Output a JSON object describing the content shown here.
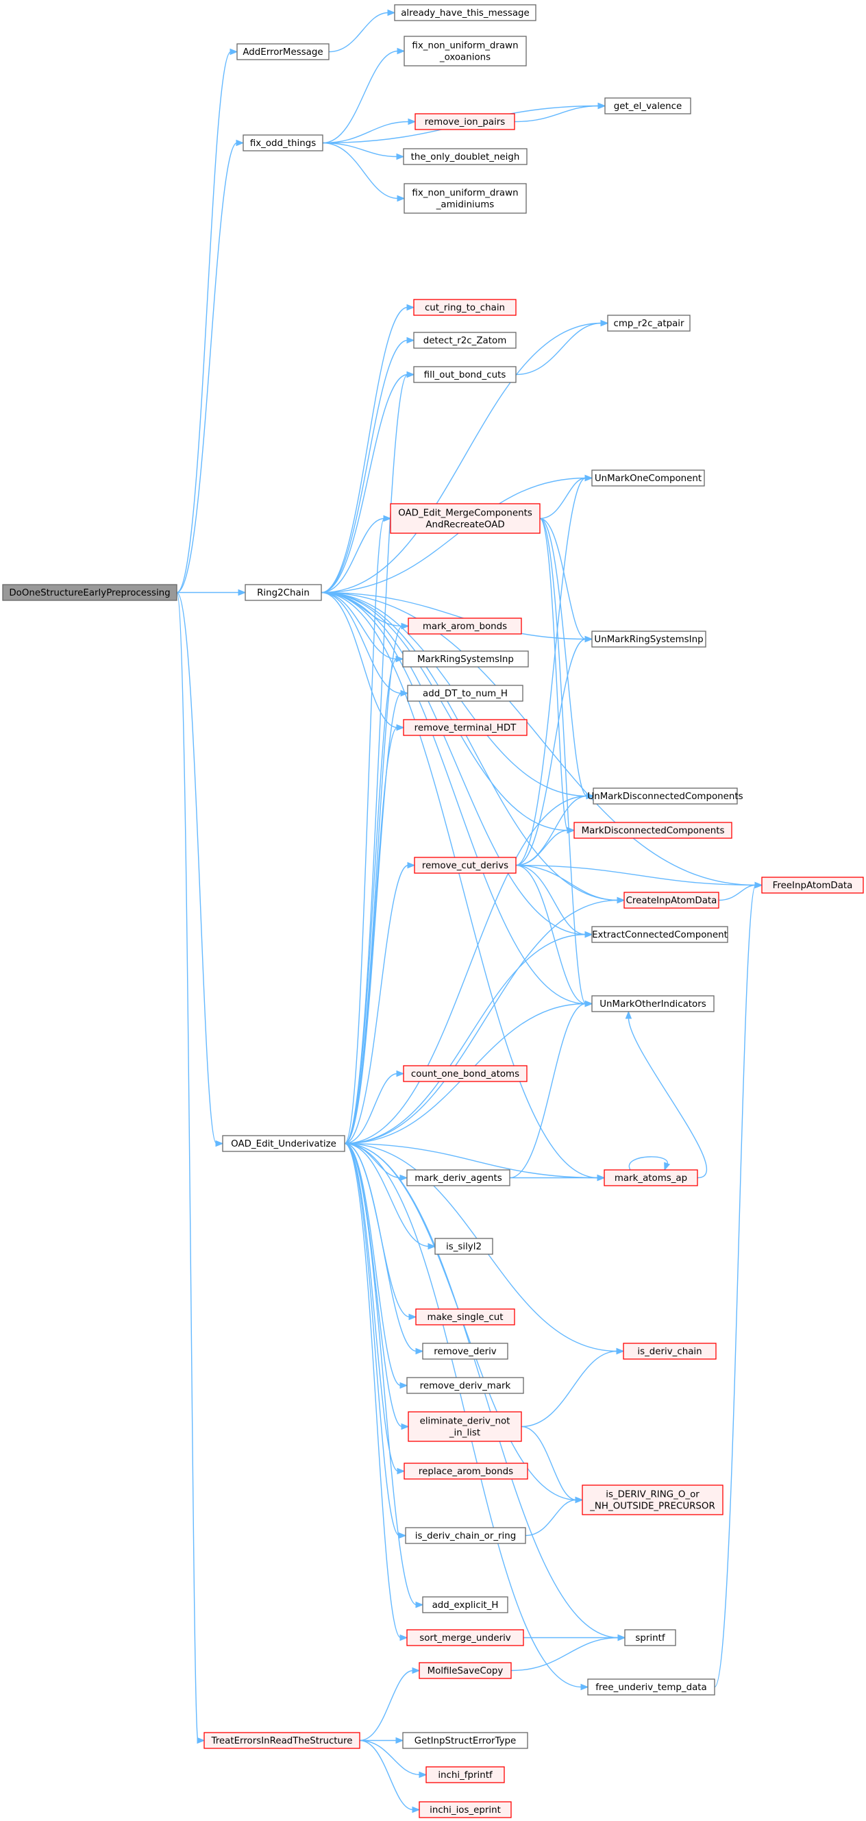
{
  "colors": {
    "edge": "#63b8ff",
    "node_border": "#666666",
    "node_fill": "#ffffff",
    "red_border": "#ff0000",
    "red_fill": "#fff0f0",
    "root_fill": "#999999",
    "root_border": "#666666"
  },
  "nodes": [
    {
      "id": "root",
      "lines": [
        "DoOneStructureEarlyPreprocessing"
      ],
      "style": "root"
    },
    {
      "id": "AddErrorMessage",
      "lines": [
        "AddErrorMessage"
      ],
      "style": "normal"
    },
    {
      "id": "already_have_this_message",
      "lines": [
        "already_have_this_message"
      ],
      "style": "normal"
    },
    {
      "id": "fix_odd_things",
      "lines": [
        "fix_odd_things"
      ],
      "style": "normal"
    },
    {
      "id": "fix_non_uniform_drawn_oxoanions",
      "lines": [
        "fix_non_uniform_drawn",
        "_oxoanions"
      ],
      "style": "normal"
    },
    {
      "id": "get_el_valence",
      "lines": [
        "get_el_valence"
      ],
      "style": "normal"
    },
    {
      "id": "remove_ion_pairs",
      "lines": [
        "remove_ion_pairs"
      ],
      "style": "red"
    },
    {
      "id": "the_only_doublet_neigh",
      "lines": [
        "the_only_doublet_neigh"
      ],
      "style": "normal"
    },
    {
      "id": "fix_non_uniform_drawn_amidiniums",
      "lines": [
        "fix_non_uniform_drawn",
        "_amidiniums"
      ],
      "style": "normal"
    },
    {
      "id": "cut_ring_to_chain",
      "lines": [
        "cut_ring_to_chain"
      ],
      "style": "red"
    },
    {
      "id": "cmp_r2c_atpair",
      "lines": [
        "cmp_r2c_atpair"
      ],
      "style": "normal"
    },
    {
      "id": "detect_r2c_Zatom",
      "lines": [
        "detect_r2c_Zatom"
      ],
      "style": "normal"
    },
    {
      "id": "fill_out_bond_cuts",
      "lines": [
        "fill_out_bond_cuts"
      ],
      "style": "normal"
    },
    {
      "id": "UnMarkOneComponent",
      "lines": [
        "UnMarkOneComponent"
      ],
      "style": "normal"
    },
    {
      "id": "OAD_Edit_MergeComponentsAndRecreateOAD",
      "lines": [
        "OAD_Edit_MergeComponents",
        "AndRecreateOAD"
      ],
      "style": "red"
    },
    {
      "id": "Ring2Chain",
      "lines": [
        "Ring2Chain"
      ],
      "style": "normal"
    },
    {
      "id": "mark_arom_bonds",
      "lines": [
        "mark_arom_bonds"
      ],
      "style": "red"
    },
    {
      "id": "UnMarkRingSystemsInp",
      "lines": [
        "UnMarkRingSystemsInp"
      ],
      "style": "normal"
    },
    {
      "id": "MarkRingSystemsInp",
      "lines": [
        "MarkRingSystemsInp"
      ],
      "style": "normal"
    },
    {
      "id": "add_DT_to_num_H",
      "lines": [
        "add_DT_to_num_H"
      ],
      "style": "normal"
    },
    {
      "id": "remove_terminal_HDT",
      "lines": [
        "remove_terminal_HDT"
      ],
      "style": "red"
    },
    {
      "id": "UnMarkDisconnectedComponents",
      "lines": [
        "UnMarkDisconnectedComponents"
      ],
      "style": "normal"
    },
    {
      "id": "MarkDisconnectedComponents",
      "lines": [
        "MarkDisconnectedComponents"
      ],
      "style": "red"
    },
    {
      "id": "remove_cut_derivs",
      "lines": [
        "remove_cut_derivs"
      ],
      "style": "red"
    },
    {
      "id": "FreeInpAtomData",
      "lines": [
        "FreeInpAtomData"
      ],
      "style": "red"
    },
    {
      "id": "CreateInpAtomData",
      "lines": [
        "CreateInpAtomData"
      ],
      "style": "red"
    },
    {
      "id": "ExtractConnectedComponent",
      "lines": [
        "ExtractConnectedComponent"
      ],
      "style": "normal"
    },
    {
      "id": "UnMarkOtherIndicators",
      "lines": [
        "UnMarkOtherIndicators"
      ],
      "style": "normal"
    },
    {
      "id": "count_one_bond_atoms",
      "lines": [
        "count_one_bond_atoms"
      ],
      "style": "red"
    },
    {
      "id": "OAD_Edit_Underivatize",
      "lines": [
        "OAD_Edit_Underivatize"
      ],
      "style": "normal"
    },
    {
      "id": "mark_deriv_agents",
      "lines": [
        "mark_deriv_agents"
      ],
      "style": "normal"
    },
    {
      "id": "mark_atoms_ap",
      "lines": [
        "mark_atoms_ap"
      ],
      "style": "red"
    },
    {
      "id": "is_silyl2",
      "lines": [
        "is_silyl2"
      ],
      "style": "normal"
    },
    {
      "id": "make_single_cut",
      "lines": [
        "make_single_cut"
      ],
      "style": "red"
    },
    {
      "id": "remove_deriv",
      "lines": [
        "remove_deriv"
      ],
      "style": "normal"
    },
    {
      "id": "is_deriv_chain",
      "lines": [
        "is_deriv_chain"
      ],
      "style": "red"
    },
    {
      "id": "remove_deriv_mark",
      "lines": [
        "remove_deriv_mark"
      ],
      "style": "normal"
    },
    {
      "id": "eliminate_deriv_not_in_list",
      "lines": [
        "eliminate_deriv_not",
        "_in_list"
      ],
      "style": "red"
    },
    {
      "id": "replace_arom_bonds",
      "lines": [
        "replace_arom_bonds"
      ],
      "style": "red"
    },
    {
      "id": "is_DERIV_RING_O_or_NH_OUTSIDE_PRECURSOR",
      "lines": [
        "is_DERIV_RING_O_or",
        "_NH_OUTSIDE_PRECURSOR"
      ],
      "style": "red"
    },
    {
      "id": "is_deriv_chain_or_ring",
      "lines": [
        "is_deriv_chain_or_ring"
      ],
      "style": "normal"
    },
    {
      "id": "add_explicit_H",
      "lines": [
        "add_explicit_H"
      ],
      "style": "normal"
    },
    {
      "id": "sort_merge_underiv",
      "lines": [
        "sort_merge_underiv"
      ],
      "style": "red"
    },
    {
      "id": "sprintf",
      "lines": [
        "sprintf"
      ],
      "style": "normal"
    },
    {
      "id": "MolfileSaveCopy",
      "lines": [
        "MolfileSaveCopy"
      ],
      "style": "red"
    },
    {
      "id": "free_underiv_temp_data",
      "lines": [
        "free_underiv_temp_data"
      ],
      "style": "normal"
    },
    {
      "id": "TreatErrorsInReadTheStructure",
      "lines": [
        "TreatErrorsInReadTheStructure"
      ],
      "style": "red"
    },
    {
      "id": "GetInpStructErrorType",
      "lines": [
        "GetInpStructErrorType"
      ],
      "style": "normal"
    },
    {
      "id": "inchi_fprintf",
      "lines": [
        "inchi_fprintf"
      ],
      "style": "red"
    },
    {
      "id": "inchi_ios_eprint",
      "lines": [
        "inchi_ios_eprint"
      ],
      "style": "red"
    }
  ],
  "edges": [
    [
      "root",
      "AddErrorMessage"
    ],
    [
      "root",
      "fix_odd_things"
    ],
    [
      "root",
      "Ring2Chain"
    ],
    [
      "root",
      "OAD_Edit_Underivatize"
    ],
    [
      "root",
      "TreatErrorsInReadTheStructure"
    ],
    [
      "AddErrorMessage",
      "already_have_this_message"
    ],
    [
      "fix_odd_things",
      "fix_non_uniform_drawn_oxoanions"
    ],
    [
      "fix_odd_things",
      "get_el_valence"
    ],
    [
      "fix_odd_things",
      "remove_ion_pairs"
    ],
    [
      "fix_odd_things",
      "the_only_doublet_neigh"
    ],
    [
      "fix_odd_things",
      "fix_non_uniform_drawn_amidiniums"
    ],
    [
      "remove_ion_pairs",
      "get_el_valence"
    ],
    [
      "Ring2Chain",
      "FreeInpAtomData"
    ],
    [
      "Ring2Chain",
      "cut_ring_to_chain"
    ],
    [
      "Ring2Chain",
      "cmp_r2c_atpair"
    ],
    [
      "Ring2Chain",
      "detect_r2c_Zatom"
    ],
    [
      "Ring2Chain",
      "fill_out_bond_cuts"
    ],
    [
      "Ring2Chain",
      "UnMarkOneComponent"
    ],
    [
      "Ring2Chain",
      "OAD_Edit_MergeComponentsAndRecreateOAD"
    ],
    [
      "Ring2Chain",
      "UnMarkRingSystemsInp"
    ],
    [
      "Ring2Chain",
      "mark_arom_bonds"
    ],
    [
      "Ring2Chain",
      "MarkRingSystemsInp"
    ],
    [
      "Ring2Chain",
      "add_DT_to_num_H"
    ],
    [
      "Ring2Chain",
      "remove_terminal_HDT"
    ],
    [
      "Ring2Chain",
      "UnMarkDisconnectedComponents"
    ],
    [
      "Ring2Chain",
      "MarkDisconnectedComponents"
    ],
    [
      "Ring2Chain",
      "CreateInpAtomData"
    ],
    [
      "Ring2Chain",
      "ExtractConnectedComponent"
    ],
    [
      "Ring2Chain",
      "UnMarkOtherIndicators"
    ],
    [
      "Ring2Chain",
      "mark_atoms_ap"
    ],
    [
      "fill_out_bond_cuts",
      "cmp_r2c_atpair"
    ],
    [
      "OAD_Edit_MergeComponentsAndRecreateOAD",
      "UnMarkOneComponent"
    ],
    [
      "OAD_Edit_MergeComponentsAndRecreateOAD",
      "UnMarkRingSystemsInp"
    ],
    [
      "OAD_Edit_MergeComponentsAndRecreateOAD",
      "UnMarkDisconnectedComponents"
    ],
    [
      "OAD_Edit_MergeComponentsAndRecreateOAD",
      "MarkDisconnectedComponents"
    ],
    [
      "OAD_Edit_MergeComponentsAndRecreateOAD",
      "UnMarkOtherIndicators"
    ],
    [
      "remove_cut_derivs",
      "UnMarkOneComponent"
    ],
    [
      "remove_cut_derivs",
      "UnMarkRingSystemsInp"
    ],
    [
      "remove_cut_derivs",
      "UnMarkDisconnectedComponents"
    ],
    [
      "remove_cut_derivs",
      "MarkDisconnectedComponents"
    ],
    [
      "remove_cut_derivs",
      "FreeInpAtomData"
    ],
    [
      "remove_cut_derivs",
      "CreateInpAtomData"
    ],
    [
      "remove_cut_derivs",
      "ExtractConnectedComponent"
    ],
    [
      "remove_cut_derivs",
      "UnMarkOtherIndicators"
    ],
    [
      "CreateInpAtomData",
      "FreeInpAtomData"
    ],
    [
      "OAD_Edit_Underivatize",
      "fill_out_bond_cuts"
    ],
    [
      "OAD_Edit_Underivatize",
      "OAD_Edit_MergeComponentsAndRecreateOAD"
    ],
    [
      "OAD_Edit_Underivatize",
      "mark_arom_bonds"
    ],
    [
      "OAD_Edit_Underivatize",
      "MarkRingSystemsInp"
    ],
    [
      "OAD_Edit_Underivatize",
      "add_DT_to_num_H"
    ],
    [
      "OAD_Edit_Underivatize",
      "remove_terminal_HDT"
    ],
    [
      "OAD_Edit_Underivatize",
      "UnMarkDisconnectedComponents"
    ],
    [
      "OAD_Edit_Underivatize",
      "remove_cut_derivs"
    ],
    [
      "OAD_Edit_Underivatize",
      "CreateInpAtomData"
    ],
    [
      "OAD_Edit_Underivatize",
      "ExtractConnectedComponent"
    ],
    [
      "OAD_Edit_Underivatize",
      "UnMarkOtherIndicators"
    ],
    [
      "OAD_Edit_Underivatize",
      "count_one_bond_atoms"
    ],
    [
      "OAD_Edit_Underivatize",
      "mark_deriv_agents"
    ],
    [
      "OAD_Edit_Underivatize",
      "mark_atoms_ap"
    ],
    [
      "OAD_Edit_Underivatize",
      "is_silyl2"
    ],
    [
      "OAD_Edit_Underivatize",
      "make_single_cut"
    ],
    [
      "OAD_Edit_Underivatize",
      "remove_deriv"
    ],
    [
      "OAD_Edit_Underivatize",
      "is_deriv_chain"
    ],
    [
      "OAD_Edit_Underivatize",
      "remove_deriv_mark"
    ],
    [
      "OAD_Edit_Underivatize",
      "eliminate_deriv_not_in_list"
    ],
    [
      "OAD_Edit_Underivatize",
      "replace_arom_bonds"
    ],
    [
      "OAD_Edit_Underivatize",
      "is_DERIV_RING_O_or_NH_OUTSIDE_PRECURSOR"
    ],
    [
      "OAD_Edit_Underivatize",
      "is_deriv_chain_or_ring"
    ],
    [
      "OAD_Edit_Underivatize",
      "add_explicit_H"
    ],
    [
      "OAD_Edit_Underivatize",
      "sort_merge_underiv"
    ],
    [
      "OAD_Edit_Underivatize",
      "sprintf"
    ],
    [
      "OAD_Edit_Underivatize",
      "free_underiv_temp_data"
    ],
    [
      "mark_deriv_agents",
      "UnMarkOtherIndicators"
    ],
    [
      "mark_deriv_agents",
      "mark_atoms_ap"
    ],
    [
      "mark_atoms_ap",
      "UnMarkOtherIndicators"
    ],
    [
      "mark_atoms_ap",
      "mark_atoms_ap"
    ],
    [
      "eliminate_deriv_not_in_list",
      "is_deriv_chain"
    ],
    [
      "eliminate_deriv_not_in_list",
      "is_DERIV_RING_O_or_NH_OUTSIDE_PRECURSOR"
    ],
    [
      "is_deriv_chain_or_ring",
      "is_DERIV_RING_O_or_NH_OUTSIDE_PRECURSOR"
    ],
    [
      "sort_merge_underiv",
      "sprintf"
    ],
    [
      "MolfileSaveCopy",
      "sprintf"
    ],
    [
      "free_underiv_temp_data",
      "FreeInpAtomData"
    ],
    [
      "TreatErrorsInReadTheStructure",
      "MolfileSaveCopy"
    ],
    [
      "TreatErrorsInReadTheStructure",
      "GetInpStructErrorType"
    ],
    [
      "TreatErrorsInReadTheStructure",
      "inchi_fprintf"
    ],
    [
      "TreatErrorsInReadTheStructure",
      "inchi_ios_eprint"
    ]
  ]
}
